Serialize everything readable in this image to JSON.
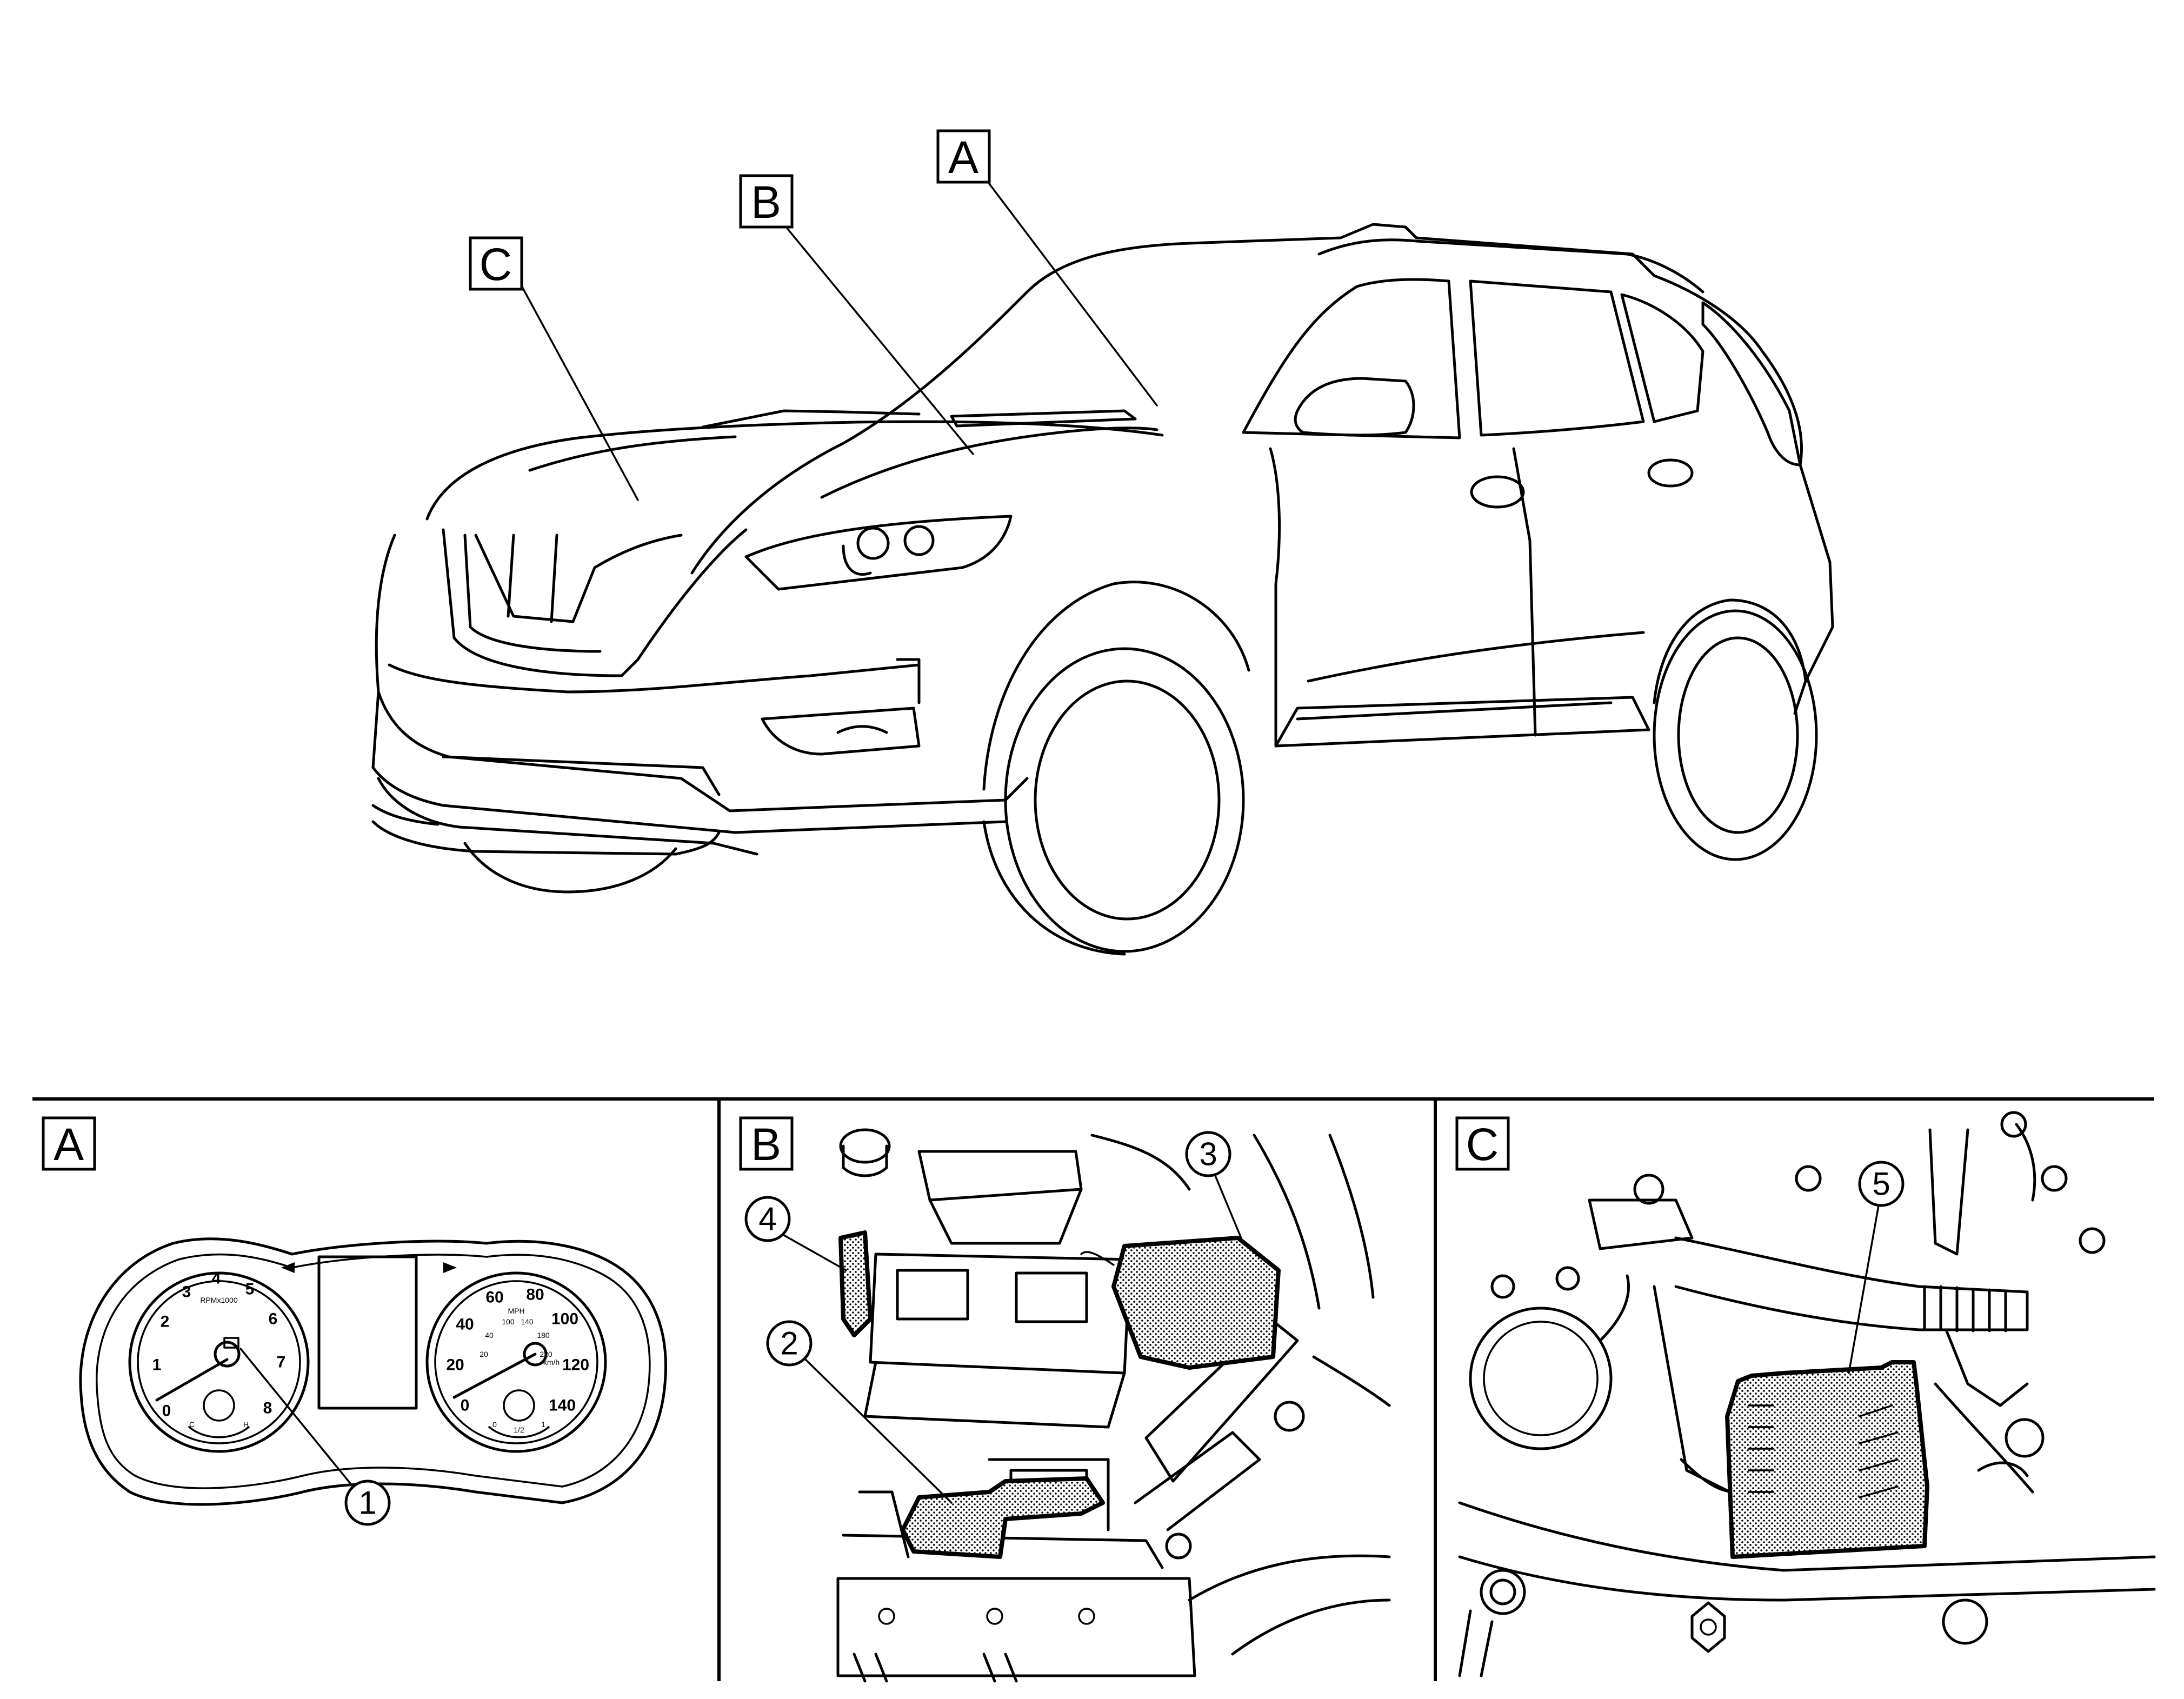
{
  "overview": {
    "callouts": [
      {
        "id": "A",
        "label": "A"
      },
      {
        "id": "B",
        "label": "B"
      },
      {
        "id": "C",
        "label": "C"
      }
    ]
  },
  "panels": [
    {
      "id": "A",
      "label": "A",
      "items": [
        {
          "number": "1"
        }
      ],
      "tachometer": {
        "ticks": [
          "0",
          "1",
          "2",
          "3",
          "4",
          "5",
          "6",
          "7",
          "8"
        ],
        "unit": "RPMx1000"
      },
      "speedometer": {
        "ticks": [
          "0",
          "20",
          "40",
          "60",
          "80",
          "100",
          "120",
          "140"
        ],
        "unit": "MPH",
        "inner_ticks": [
          "20",
          "40",
          "100",
          "140",
          "180",
          "220"
        ],
        "inner_unit": "km/h"
      },
      "fuel": {
        "min": "0",
        "mid": "1/2",
        "max": "1"
      },
      "temp": {
        "cold": "C",
        "hot": "H"
      }
    },
    {
      "id": "B",
      "label": "B",
      "items": [
        {
          "number": "2"
        },
        {
          "number": "3"
        },
        {
          "number": "4"
        }
      ]
    },
    {
      "id": "C",
      "label": "C",
      "items": [
        {
          "number": "5"
        }
      ]
    }
  ],
  "colors": {
    "line": "#000000",
    "background": "#ffffff",
    "highlight_dots": "#000000"
  }
}
